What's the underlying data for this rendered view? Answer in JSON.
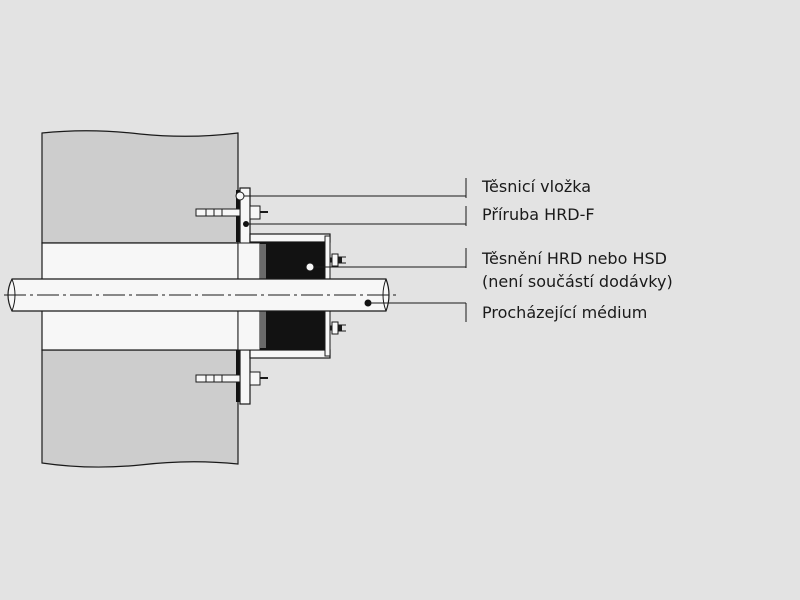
{
  "colors": {
    "background": "#e3e3e3",
    "wall": "#cdcdcd",
    "opening": "#f7f7f7",
    "seal": "#121212",
    "line": "#1a1a1a"
  },
  "labels": {
    "sealing_insert": "Těsnicí vložka",
    "flange": "Příruba HRD-F",
    "seal_line1": "Těsnění HRD nebo HSD",
    "seal_line2": "(není součástí dodávky)",
    "medium": "Procházející médium"
  }
}
